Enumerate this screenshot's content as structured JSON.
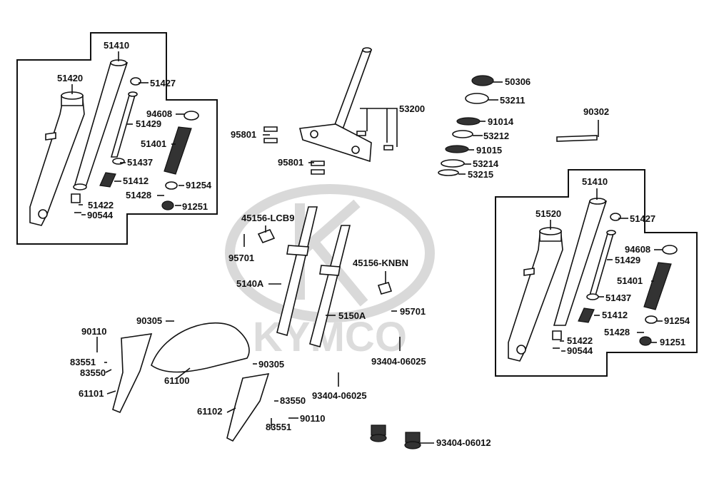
{
  "watermark": {
    "logo_text": "KYMCO"
  },
  "labels": {
    "p51410a": "51410",
    "p51420": "51420",
    "p51427a": "51427",
    "p94608a": "94608",
    "p51429a": "51429",
    "p51401a": "51401",
    "p51437a": "51437",
    "p51412a": "51412",
    "p91254a": "91254",
    "p51428a": "51428",
    "p91251a": "91251",
    "p51422a": "51422",
    "p90544a": "90544",
    "p53200": "53200",
    "p95801a": "95801",
    "p95801b": "95801",
    "p50306": "50306",
    "p53211": "53211",
    "p91014": "91014",
    "p53212": "53212",
    "p91015": "91015",
    "p53214": "53214",
    "p53215": "53215",
    "p90302": "90302",
    "p45156lcb9": "45156-LCB9",
    "p95701a": "95701",
    "p5140a": "5140A",
    "p45156knbn": "45156-KNBN",
    "p5150a": "5150A",
    "p95701b": "95701",
    "p93404_06025a": "93404-06025",
    "p93404_06025b": "93404-06025",
    "p90305a": "90305",
    "p90305b": "90305",
    "p90110a": "90110",
    "p83551a": "83551",
    "p83550a": "83550",
    "p61101": "61101",
    "p61100": "61100",
    "p61102": "61102",
    "p83550b": "83550",
    "p90110b": "90110",
    "p83551b": "83551",
    "p93404_06012": "93404-06012",
    "p51410b": "51410",
    "p51520": "51520",
    "p51427b": "51427",
    "p94608b": "94608",
    "p51429b": "51429",
    "p51401b": "51401",
    "p51437b": "51437",
    "p51412b": "51412",
    "p91254b": "91254",
    "p51428b": "51428",
    "p91251b": "91251",
    "p51422b": "51422",
    "p90544b": "90544"
  }
}
